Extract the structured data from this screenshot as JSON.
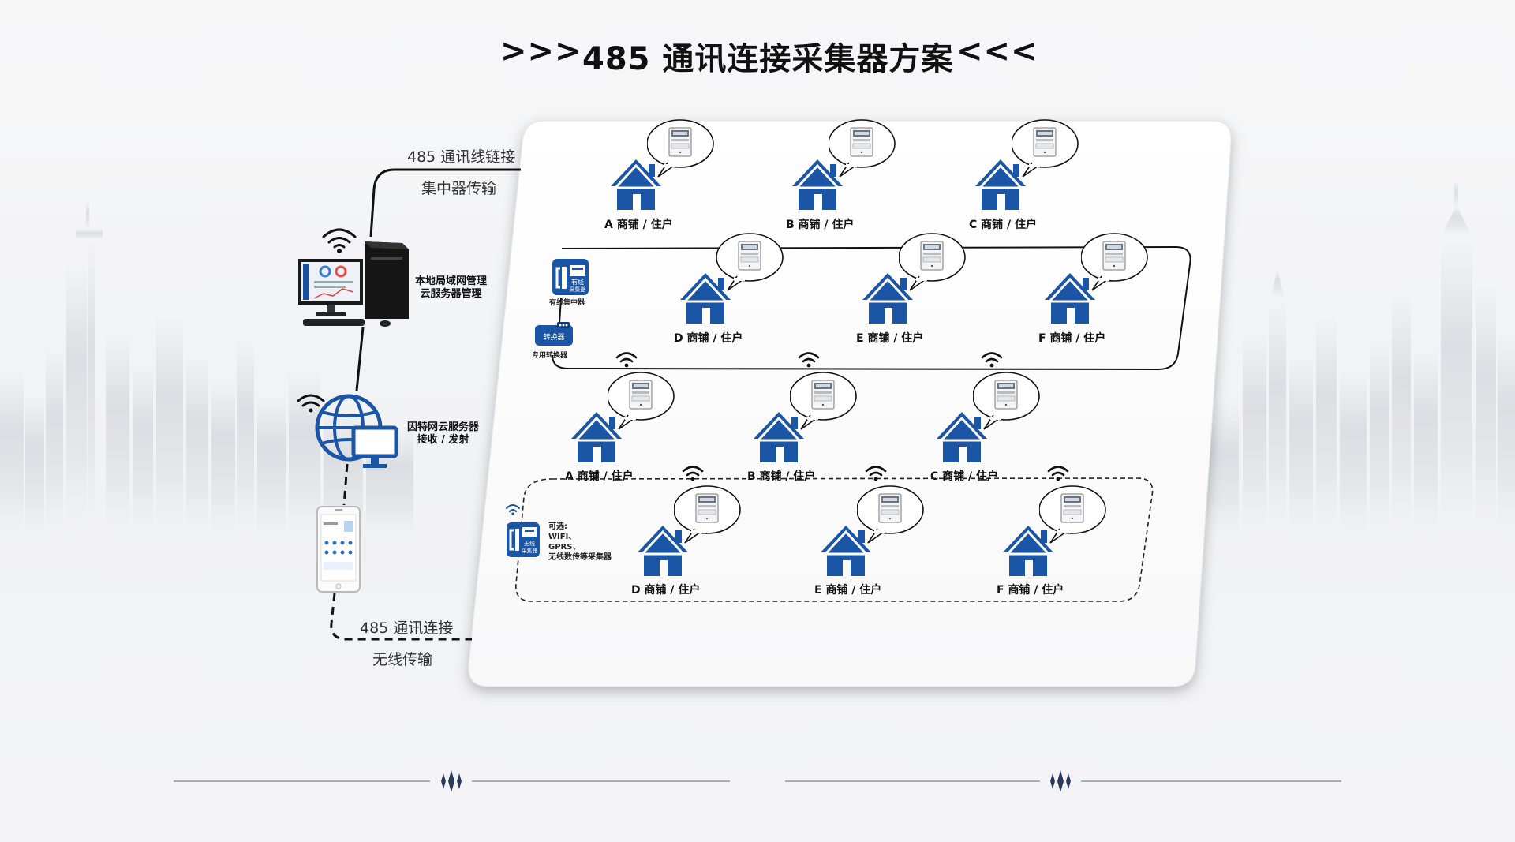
{
  "title": {
    "left": ">>>",
    "text": "485 通讯连接采集器方案",
    "right": "<<<"
  },
  "connections": {
    "top_line1": "485 通讯线链接",
    "top_line2": "集中器传输",
    "bottom_line1": "485 通讯连接",
    "bottom_line2": "无线传输"
  },
  "nodes": {
    "pc": [
      "本地局域网管理",
      "云服务器管理"
    ],
    "cloud": [
      "因特网云服务器",
      "接收 / 发射"
    ]
  },
  "wired": {
    "collector_icon": "有线\n采集器",
    "collector_label": "有线集中器",
    "converter_icon": "转换器",
    "converter_label": "专用转换器",
    "row1": [
      "A 商铺 / 住户",
      "B 商铺 / 住户",
      "C 商铺 / 住户"
    ],
    "row2": [
      "D 商铺 / 住户",
      "E 商铺 / 住户",
      "F 商铺 / 住户"
    ]
  },
  "wireless": {
    "collector_icon": "无线\n采集器",
    "options": [
      "可选:",
      "WIFI、",
      "GPRS、",
      "无线数传等采集器"
    ],
    "row1": [
      "A 商铺 / 住户",
      "B 商铺 / 住户",
      "C 商铺 / 住户"
    ],
    "row2": [
      "D 商铺 / 住户",
      "E 商铺 / 住户",
      "F 商铺 / 住户"
    ]
  },
  "colors": {
    "house": "#1b56a6",
    "accent": "#1b56a6",
    "line": "#111111"
  },
  "icons": [
    "wifi-icon",
    "desktop-computer-icon",
    "globe-icon",
    "monitor-icon",
    "smartphone-icon",
    "house-icon",
    "electric-meter-icon",
    "collector-icon",
    "converter-icon"
  ]
}
